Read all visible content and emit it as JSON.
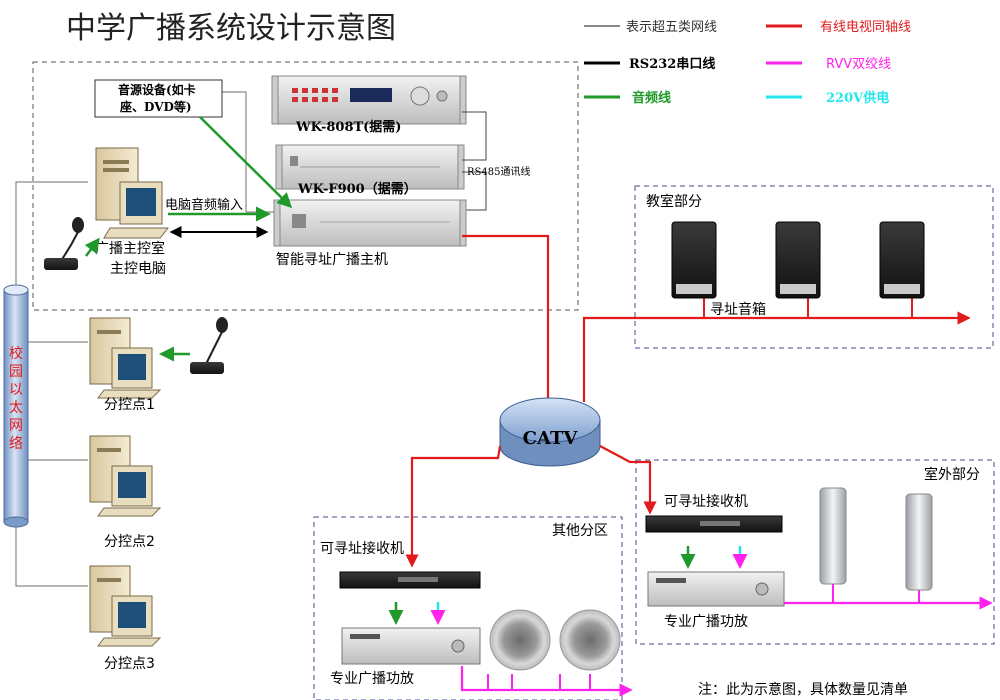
{
  "title": "中学广播系统设计示意图",
  "legend": {
    "cat5": "表示超五类网线",
    "rs232": "RS232串口线",
    "audio": "音频线",
    "coax": "有线电视同轴线",
    "rvv": "RVV双绞线",
    "power": "220V供电"
  },
  "colors": {
    "cat5": "#8a8a8a",
    "rs232": "#000000",
    "audio": "#1f9a2a",
    "coax": "#e31a1c",
    "rvv": "#ff22ee",
    "power": "#22e6ee",
    "pipe": "#a9c2e4",
    "network_text": "#e31a1c",
    "dashed": "#4a4a8a"
  },
  "control_room": {
    "source_device": "音源设备(如卡座、DVD等)",
    "wk808": "WK-808T(据需)",
    "rs485": "RS485通讯线",
    "wkf900": "WK-F900（据需）",
    "pc_audio_input": "电脑音频输入",
    "main_pc": "广播主控室主控电脑",
    "main_pc_line1": "广播主控室",
    "main_pc_line2": "主控电脑",
    "host": "智能寻址广播主机"
  },
  "network": {
    "label": "校园以太网络",
    "chars": [
      "校",
      "园",
      "以",
      "太",
      "网",
      "络"
    ]
  },
  "substations": [
    {
      "label": "分控点1"
    },
    {
      "label": "分控点2"
    },
    {
      "label": "分控点3"
    }
  ],
  "catv": {
    "label": "CATV"
  },
  "classroom": {
    "title": "教室部分",
    "speaker_label": "寻址音箱"
  },
  "other_zone": {
    "title": "其他分区",
    "receiver": "可寻址接收机",
    "amplifier": "专业广播功放"
  },
  "outdoor": {
    "title": "室外部分",
    "receiver": "可寻址接收机",
    "amplifier": "专业广播功放"
  },
  "note": "注：此为示意图，具体数量见清单"
}
